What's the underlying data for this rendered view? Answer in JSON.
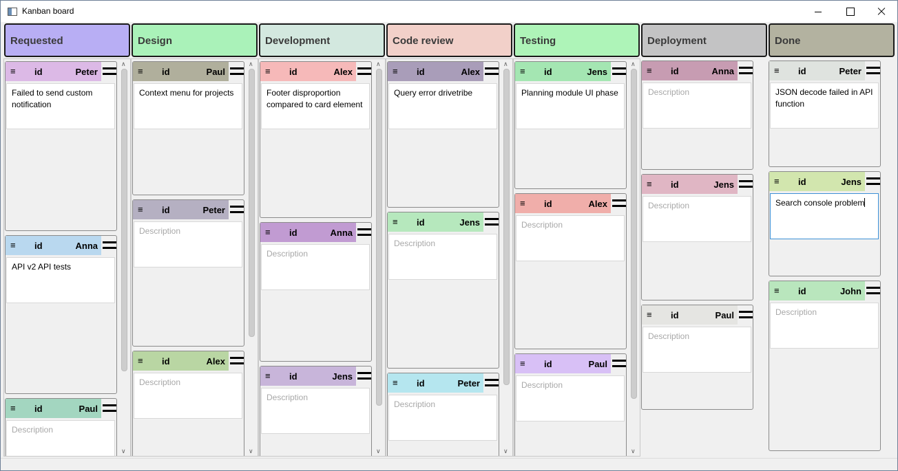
{
  "window": {
    "title": "Kanban board",
    "icon": "app-window-icon",
    "controls": [
      "minimize-icon",
      "maximize-icon",
      "close-icon"
    ]
  },
  "card_icons": {
    "drag": "≡",
    "menu": "hamburger-menu-icon"
  },
  "columns": [
    {
      "title": "Requested",
      "color": "#b8aef4",
      "scrollbar": true,
      "cards": [
        {
          "id": "id",
          "assignee": "Peter",
          "color": "#dcb9e6",
          "description": "Failed to send custom notification",
          "is_placeholder": false
        },
        {
          "id": "id",
          "assignee": "Anna",
          "color": "#b9d8ef",
          "description": "API v2 API tests",
          "is_placeholder": false
        },
        {
          "id": "id",
          "assignee": "Paul",
          "color": "#a3d6c0",
          "description": "Description",
          "is_placeholder": true
        }
      ]
    },
    {
      "title": "Design",
      "color": "#aaf2b9",
      "scrollbar": true,
      "cards": [
        {
          "id": "id",
          "assignee": "Paul",
          "color": "#b0af9c",
          "description": "Context menu for projects",
          "is_placeholder": false
        },
        {
          "id": "id",
          "assignee": "Peter",
          "color": "#b5b0c2",
          "description": "Description",
          "is_placeholder": true
        },
        {
          "id": "id",
          "assignee": "Alex",
          "color": "#b9d6a3",
          "description": "Description",
          "is_placeholder": true
        }
      ]
    },
    {
      "title": "Development",
      "color": "#d3e8df",
      "scrollbar": true,
      "cards": [
        {
          "id": "id",
          "assignee": "Alex",
          "color": "#f6b9b9",
          "description": "Footer disproportion compared to card element",
          "is_placeholder": false
        },
        {
          "id": "id",
          "assignee": "Anna",
          "color": "#c19bd2",
          "description": "Description",
          "is_placeholder": true
        },
        {
          "id": "id",
          "assignee": "Jens",
          "color": "#c8b5da",
          "description": "Description",
          "is_placeholder": true
        }
      ]
    },
    {
      "title": "Code review",
      "color": "#f2d0c9",
      "scrollbar": true,
      "cards": [
        {
          "id": "id",
          "assignee": "Alex",
          "color": "#a99db9",
          "description": "Query error drivetribe",
          "is_placeholder": false
        },
        {
          "id": "id",
          "assignee": "Jens",
          "color": "#b6e8bd",
          "description": "Description",
          "is_placeholder": true
        },
        {
          "id": "id",
          "assignee": "Peter",
          "color": "#b5e6ef",
          "description": "Description",
          "is_placeholder": true
        }
      ]
    },
    {
      "title": "Testing",
      "color": "#aef4b8",
      "scrollbar": true,
      "cards": [
        {
          "id": "id",
          "assignee": "Jens",
          "color": "#a4e6b2",
          "description": "Planning module UI phase",
          "is_placeholder": false
        },
        {
          "id": "id",
          "assignee": "Alex",
          "color": "#f0aeaa",
          "description": "Description",
          "is_placeholder": true
        },
        {
          "id": "id",
          "assignee": "Paul",
          "color": "#d8c0f6",
          "description": "Description",
          "is_placeholder": true
        }
      ]
    },
    {
      "title": "Deployment",
      "color": "#c3c3c4",
      "scrollbar": false,
      "cards": [
        {
          "id": "id",
          "assignee": "Anna",
          "color": "#c79cb2",
          "description": "Description",
          "is_placeholder": true
        },
        {
          "id": "id",
          "assignee": "Jens",
          "color": "#e0b6c4",
          "description": "Description",
          "is_placeholder": true
        },
        {
          "id": "id",
          "assignee": "Paul",
          "color": "#e5e5e2",
          "description": "Description",
          "is_placeholder": true
        }
      ]
    },
    {
      "title": "Done",
      "color": "#b3b2a0",
      "scrollbar": false,
      "cards": [
        {
          "id": "id",
          "assignee": "Peter",
          "color": "#dfe3df",
          "description": "JSON decode failed in API function",
          "is_placeholder": false
        },
        {
          "id": "id",
          "assignee": "Jens",
          "color": "#d2e6ae",
          "description": "Search console problem",
          "is_placeholder": false,
          "focused": true
        },
        {
          "id": "id",
          "assignee": "John",
          "color": "#b9e6bd",
          "description": "Description",
          "is_placeholder": true
        }
      ]
    }
  ]
}
